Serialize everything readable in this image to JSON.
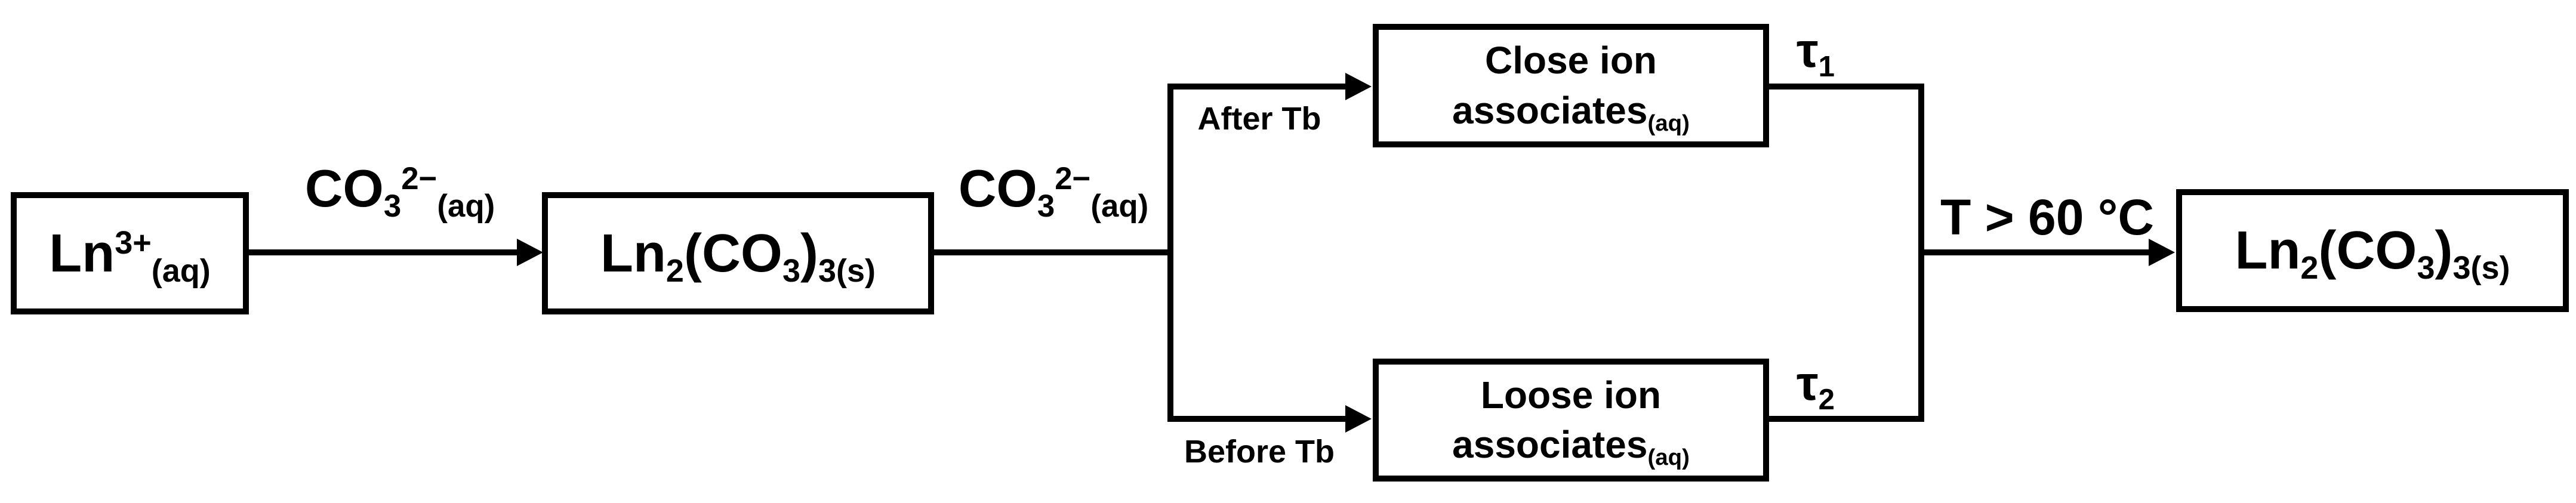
{
  "colors": {
    "ink": "#000000",
    "paper": "#ffffff"
  },
  "boxes": {
    "reactant": {
      "base": "Ln",
      "sup": "3+",
      "sub": "(aq)"
    },
    "intermediate_solid": {
      "m1": "Ln",
      "s1": "2",
      "m2": "(CO",
      "s2": "3",
      "m3": ")",
      "s3": "3(s)"
    },
    "close_ion": {
      "line1": "Close ion",
      "line2": "associates",
      "state": "(aq)"
    },
    "loose_ion": {
      "line1": "Loose ion",
      "line2": "associates",
      "state": "(aq)"
    },
    "product_solid": {
      "m1": "Ln",
      "s1": "2",
      "m2": "(CO",
      "s2": "3",
      "m3": ")",
      "s3": "3(s)"
    }
  },
  "labels": {
    "carbonate_step1": {
      "m1": "CO",
      "sub1": "3",
      "sup1": "2−",
      "sub2": "(aq)"
    },
    "carbonate_step2": {
      "m1": "CO",
      "sub1": "3",
      "sup1": "2−",
      "sub2": "(aq)"
    },
    "after_tb": "After Tb",
    "before_tb": "Before Tb",
    "tau1": {
      "base": "τ",
      "sub": "1"
    },
    "tau2": {
      "base": "τ",
      "sub": "2"
    },
    "temperature": "T > 60 °C"
  }
}
